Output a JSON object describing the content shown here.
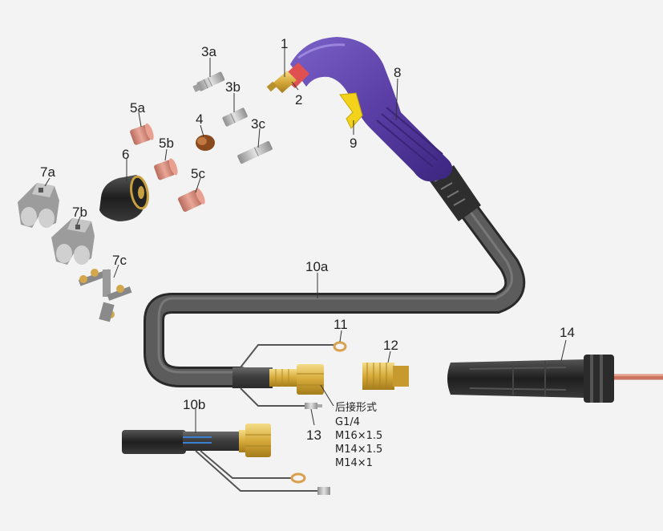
{
  "colors": {
    "background": "#f3f3f3",
    "handle_purple": "#5b3fa6",
    "trigger_yellow": "#f2d21a",
    "cable_dark": "#4a4a4a",
    "brass": "#d8b24a",
    "copper": "#d28a7a",
    "silver": "#b8b8b8",
    "hose_red": "#c9745f"
  },
  "labels": {
    "p1": "1",
    "p2": "2",
    "p3a": "3a",
    "p3b": "3b",
    "p3c": "3c",
    "p4": "4",
    "p5a": "5a",
    "p5b": "5b",
    "p5c": "5c",
    "p6": "6",
    "p7a": "7a",
    "p7b": "7b",
    "p7c": "7c",
    "p8": "8",
    "p9": "9",
    "p10a": "10a",
    "p10b": "10b",
    "p11": "11",
    "p12": "12",
    "p13": "13",
    "p14": "14"
  },
  "rear_connection": {
    "title": "后接形式",
    "options": [
      "G1/4",
      "M16×1.5",
      "M14×1.5",
      "M14×1"
    ]
  }
}
